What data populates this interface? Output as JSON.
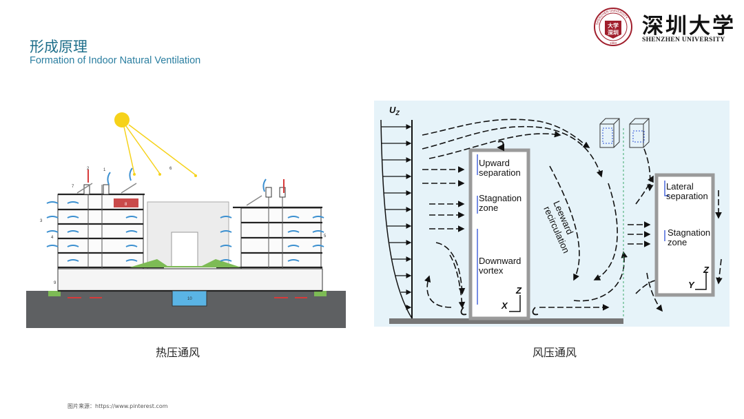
{
  "header": {
    "title": "形成原理",
    "subtitle": "Formation of Indoor Natural Ventilation"
  },
  "logo": {
    "university_cn": "深圳大学",
    "university_en": "SHENZHEN UNIVERSITY",
    "seal_text": "SHENZHEN UNIVERSITY",
    "seal_center": "大学\n深圳",
    "seal_year": "1983",
    "seal_color": "#a01e2c"
  },
  "left_diagram": {
    "caption": "热压通风",
    "labels": [
      "1",
      "2",
      "3",
      "4",
      "5",
      "6",
      "7",
      "8",
      "9",
      "10"
    ],
    "colors": {
      "sun": "#f6d21a",
      "ground": "#5e6062",
      "air": "#3a8fd0",
      "water": "#5ab4e5",
      "red": "#d63a3a",
      "green": "#7dbb55"
    }
  },
  "right_diagram": {
    "caption": "风压通风",
    "background": "#e6f3f9",
    "velocity_label": "U",
    "velocity_sub": "Z",
    "building_zones": [
      "Upward",
      "separation",
      "Stagnation",
      "zone",
      "Downward",
      "vortex"
    ],
    "leeward": [
      "Leeward",
      "recirculation"
    ],
    "second_building_zones": [
      "Lateral",
      "separation",
      "Stagnation",
      "zone"
    ],
    "axes_front": {
      "vertical": "Z",
      "horizontal": "X"
    },
    "axes_side": {
      "vertical": "Z",
      "horizontal": "Y"
    }
  },
  "footer": {
    "source": "图片来源：https://www.pinterest.com"
  }
}
